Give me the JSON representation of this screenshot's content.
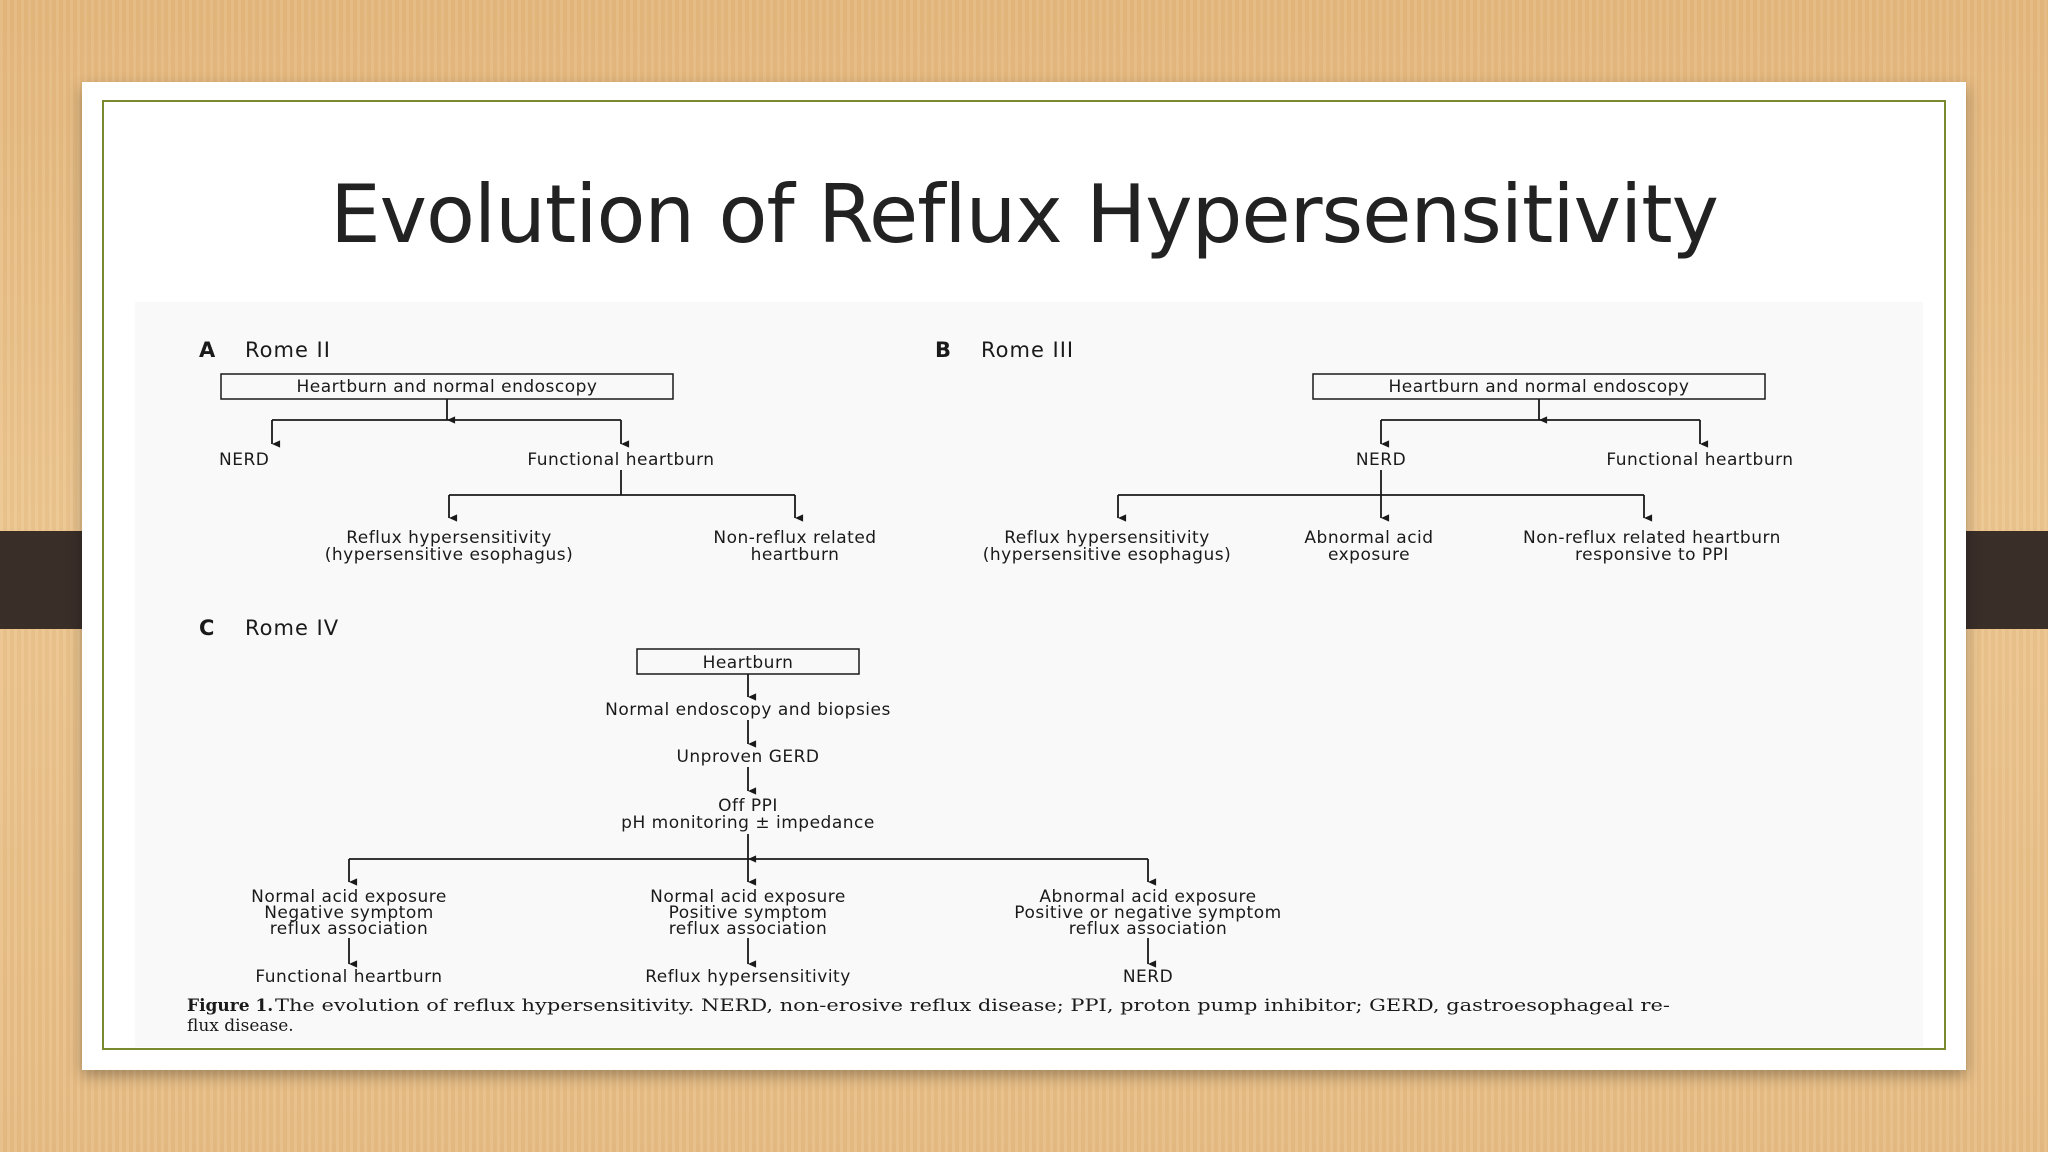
{
  "slide": {
    "title": "Evolution of Reflux Hypersensitivity"
  },
  "figure": {
    "panel_a": {
      "letter": "A",
      "name": "Rome II",
      "root": "Heartburn and normal endoscopy",
      "nerd": "NERD",
      "functional": "Functional heartburn",
      "reflux_hyper_1": "Reflux hypersensitivity",
      "reflux_hyper_2": "(hypersensitive esophagus)",
      "nonreflux_1": "Non-reflux related",
      "nonreflux_2": "heartburn"
    },
    "panel_b": {
      "letter": "B",
      "name": "Rome III",
      "root": "Heartburn and normal endoscopy",
      "nerd": "NERD",
      "functional": "Functional heartburn",
      "reflux_hyper_1": "Reflux hypersensitivity",
      "reflux_hyper_2": "(hypersensitive esophagus)",
      "abnormal_1": "Abnormal acid",
      "abnormal_2": "exposure",
      "nonreflux_1": "Non-reflux related heartburn",
      "nonreflux_2": "responsive to PPI"
    },
    "panel_c": {
      "letter": "C",
      "name": "Rome IV",
      "root": "Heartburn",
      "step1": "Normal endoscopy and biopsies",
      "step2": "Unproven GERD",
      "step3_1": "Off PPI",
      "step3_2": "pH monitoring ± impedance",
      "left_1": "Normal acid exposure",
      "left_2": "Negative symptom",
      "left_3": "reflux association",
      "mid_1": "Normal acid exposure",
      "mid_2": "Positive symptom",
      "mid_3": "reflux association",
      "right_1": "Abnormal acid exposure",
      "right_2": "Positive or negative symptom",
      "right_3": "reflux association",
      "out_left": "Functional heartburn",
      "out_mid": "Reflux hypersensitivity",
      "out_right": "NERD"
    },
    "caption_bold": "Figure 1.",
    "caption_line1": "The evolution of reflux hypersensitivity. NERD, non-erosive reflux disease; PPI, proton pump inhibitor; GERD, gastroesophageal re-",
    "caption_line2": "flux disease."
  }
}
